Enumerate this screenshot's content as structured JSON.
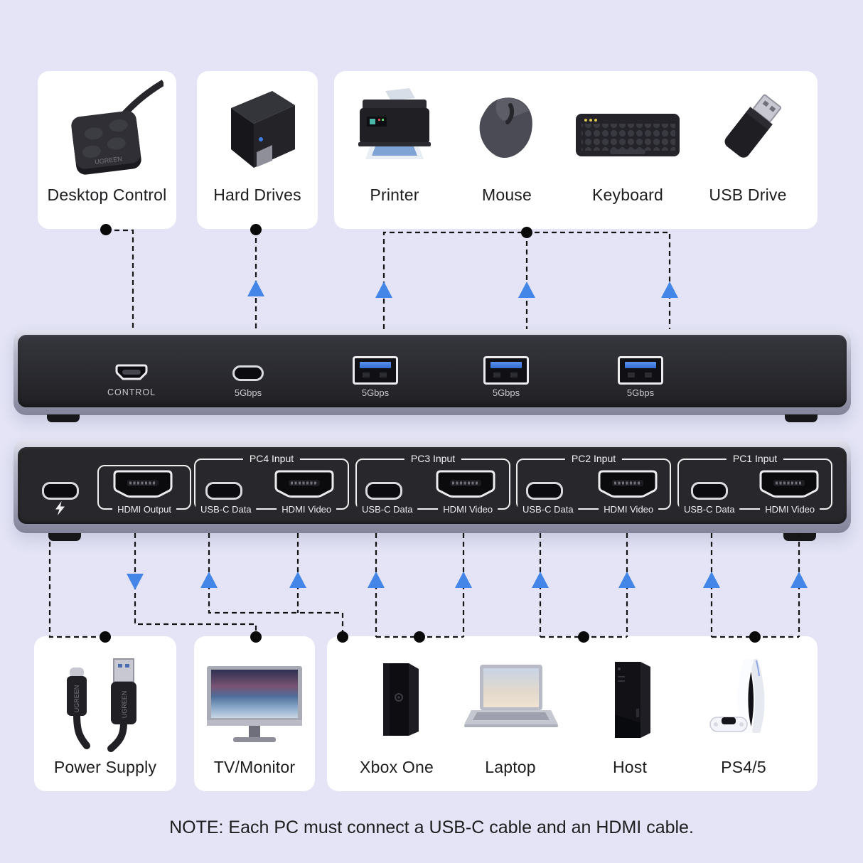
{
  "brand_text": "UGREEN",
  "colors": {
    "background": "#E4E4F6",
    "card": "#FFFFFF",
    "arrow_blue": "#4386E8",
    "connector_line": "#141414",
    "panel_face": "#28282C",
    "panel_edge_silver": "#9FA0B4",
    "usb_port_blue": "#3D7CE2",
    "port_outline": "#ECECEF",
    "front_label_text": "#C9C9CE",
    "back_label_text": "#EDEDF0",
    "card_text": "#1D1D1F"
  },
  "top_row": {
    "cards": [
      {
        "label": "Desktop Control"
      },
      {
        "label": "Hard Drives"
      },
      {
        "items": [
          "Printer",
          "Mouse",
          "Keyboard",
          "USB Drive"
        ]
      }
    ]
  },
  "front_panel": {
    "ports": [
      {
        "type": "mini-usb",
        "label": "CONTROL"
      },
      {
        "type": "usb-c",
        "label": "5Gbps"
      },
      {
        "type": "usb-a",
        "label": "5Gbps"
      },
      {
        "type": "usb-a",
        "label": "5Gbps"
      },
      {
        "type": "usb-a",
        "label": "5Gbps"
      }
    ]
  },
  "back_panel": {
    "power_symbol": "high-voltage-bolt",
    "output_label": "HDMI Output",
    "groups": [
      {
        "title": "PC4 Input",
        "usb_label": "USB-C Data",
        "hdmi_label": "HDMI Video"
      },
      {
        "title": "PC3 Input",
        "usb_label": "USB-C Data",
        "hdmi_label": "HDMI Video"
      },
      {
        "title": "PC2 Input",
        "usb_label": "USB-C Data",
        "hdmi_label": "HDMI Video"
      },
      {
        "title": "PC1 Input",
        "usb_label": "USB-C Data",
        "hdmi_label": "HDMI Video"
      }
    ]
  },
  "bottom_row": {
    "cards": [
      {
        "label": "Power Supply"
      },
      {
        "label": "TV/Monitor"
      },
      {
        "items": [
          "Xbox One",
          "Laptop",
          "Host",
          "PS4/5"
        ]
      }
    ]
  },
  "note": "NOTE: Each PC must connect a USB-C cable and an HDMI cable."
}
